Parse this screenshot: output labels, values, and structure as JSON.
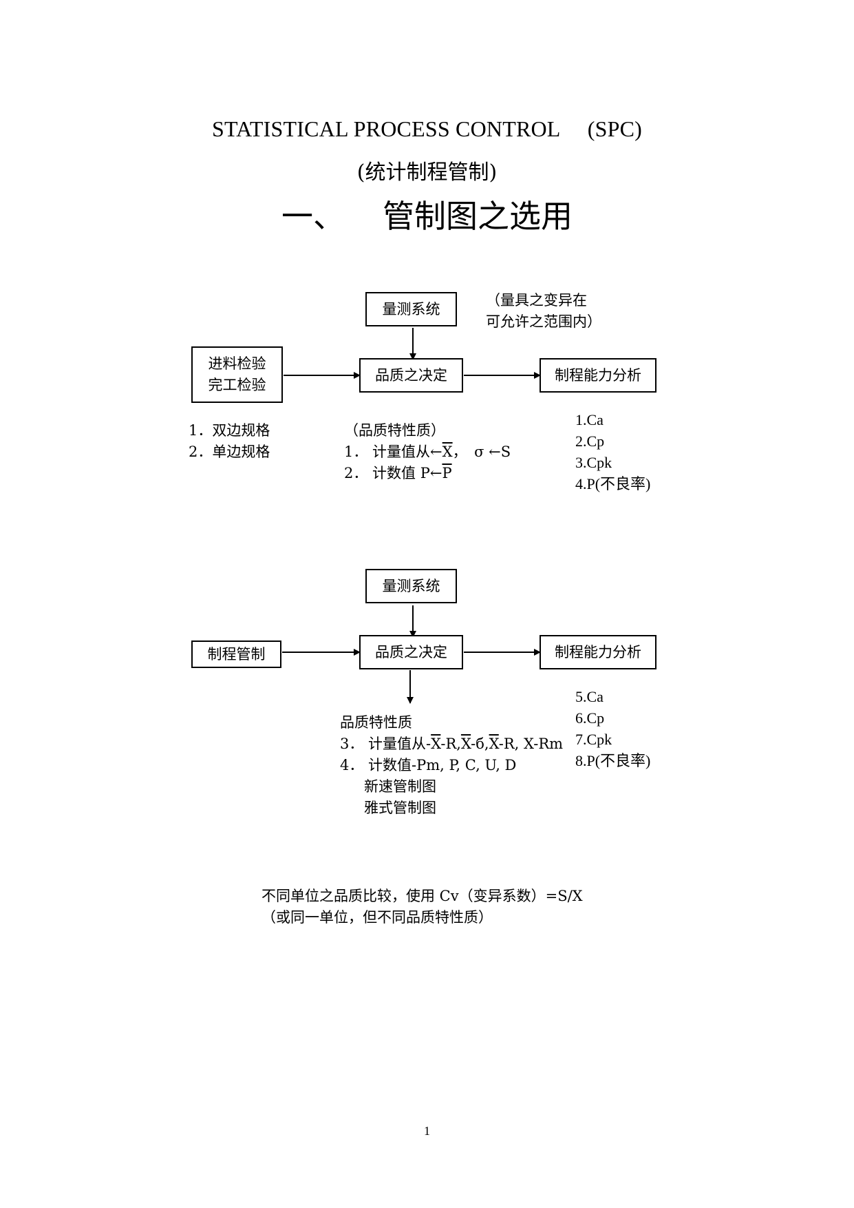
{
  "title": {
    "en": "STATISTICAL PROCESS CONTROL　 (SPC)",
    "zh": "(统计制程管制)",
    "heading_num": "一、",
    "heading_text": "管制图之选用"
  },
  "diagram1": {
    "box_measure": "量测系统",
    "measure_note": [
      "（量具之变异在",
      "可允许之范围内）"
    ],
    "box_inspect": [
      "进料检验",
      "完工检验"
    ],
    "box_quality": "品质之决定",
    "box_capability": "制程能力分析",
    "spec_list": [
      "1．双边规格",
      "2．单边规格"
    ],
    "quality_char_title": "（品质特性质）",
    "qc1_prefix": "1． 计量值从",
    "qc1_arrow": "←",
    "qc1_xbar": "X",
    "qc1_mid": "，　σ",
    "qc1_tail": "S",
    "qc2_prefix": "2． 计数值 P",
    "qc2_arrow": "←",
    "qc2_pbar": "P",
    "capability_list": [
      "1.Ca",
      "2.Cp",
      "3.Cpk",
      "4.P(不良率)"
    ]
  },
  "diagram2": {
    "box_measure": "量测系统",
    "box_process": "制程管制",
    "box_quality": "品质之决定",
    "box_capability": "制程能力分析",
    "quality_char_title": "品质特性质",
    "qc3_prefix": "3． 计量值从-",
    "qc3_x1": "X",
    "qc3_r1": "-R,",
    "qc3_x2": "X",
    "qc3_s": "-б,",
    "qc3_x3": "X",
    "qc3_rest": "-R, X-Rm",
    "qc4": "4． 计数值-Pm, P, C, U, D",
    "qc4_sub": [
      "新速管制图",
      "雅式管制图"
    ],
    "capability_list": [
      "5.Ca",
      "6.Cp",
      "7.Cpk",
      "8.P(不良率)"
    ]
  },
  "notes": [
    "不同单位之品质比较，使用 Cv（变异系数）=S/X",
    "（或同一单位，但不同品质特性质）"
  ],
  "page_number": "1"
}
